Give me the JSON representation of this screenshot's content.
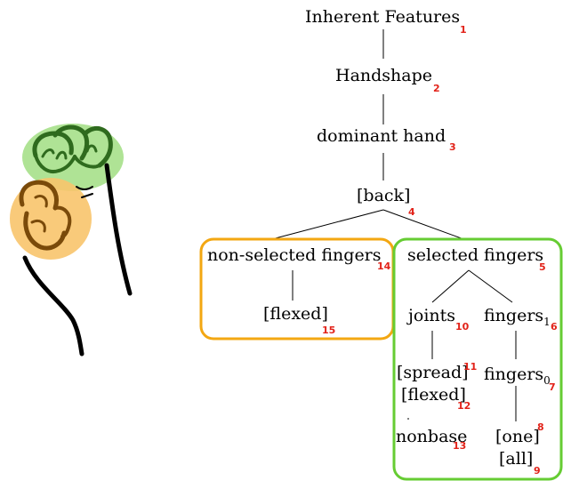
{
  "colors": {
    "node_number": "#e2231a",
    "non_selected_box": "#f3a712",
    "selected_box": "#66cc33",
    "green_fill": "#a6e08a",
    "orange_fill": "#f8c46b"
  },
  "illustration": {
    "icon": "hand-sketch-icon"
  },
  "nodes": {
    "inherent_features": {
      "label": "Inherent Features",
      "num": "1"
    },
    "handshape": {
      "label": "Handshape",
      "num": "2"
    },
    "dominant_hand": {
      "label": "dominant hand",
      "num": "3"
    },
    "back": {
      "label": "[back]",
      "num": "4"
    },
    "selected_fingers": {
      "label": "selected fingers",
      "num": "5"
    },
    "fingers1": {
      "label": "fingers",
      "sub": "1",
      "num": "6"
    },
    "fingers0": {
      "label": "fingers",
      "sub": "0",
      "num": "7"
    },
    "one": {
      "label": "[one]",
      "num": "8"
    },
    "all": {
      "label": "[all]",
      "num": "9"
    },
    "joints": {
      "label": "joints",
      "num": "10"
    },
    "spread": {
      "label": "[spread]",
      "num": "11"
    },
    "flexed_joint": {
      "label": "[flexed]",
      "num": "12"
    },
    "nonbase": {
      "label": "nonbase",
      "num": "13"
    },
    "non_selected_fingers": {
      "label": "non-selected fingers",
      "num": "14"
    },
    "flexed_nonselected": {
      "label": "[flexed]",
      "num": "15"
    }
  }
}
